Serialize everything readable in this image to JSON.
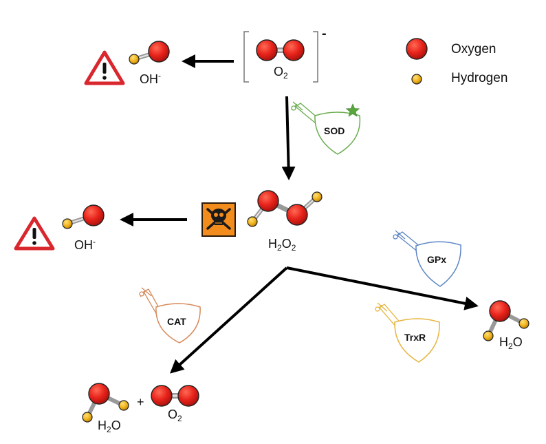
{
  "legend": {
    "oxygen": "Oxygen",
    "hydrogen": "Hydrogen"
  },
  "species": {
    "superoxide": {
      "base": "O",
      "sub": "2",
      "charge": "-"
    },
    "hydroxyl_top": {
      "base": "OH",
      "sup": "-"
    },
    "hydroxyl_mid": {
      "base": "OH",
      "sup": "-"
    },
    "peroxide": {
      "h": "H",
      "sub1": "2",
      "o": "O",
      "sub2": "2"
    },
    "water_right": {
      "h": "H",
      "sub": "2",
      "o": "O"
    },
    "water_bottom": {
      "h": "H",
      "sub": "2",
      "o": "O"
    },
    "oxygen_bottom": {
      "base": "O",
      "sub": "2"
    },
    "plus": "+"
  },
  "enzymes": {
    "sod": "SOD",
    "gpx": "GPx",
    "cat": "CAT",
    "trxr": "TrxR"
  },
  "icons": [
    "warning-icon",
    "toxic-skull-icon",
    "sword-icon",
    "shield-icon",
    "star-icon"
  ],
  "colors": {
    "oxygen": "#e8231b",
    "hydrogen": "#f0b21a",
    "sod": "#6aac4f",
    "gpx": "#5b86c4",
    "cat": "#d6895a",
    "trxr": "#e7b43c",
    "warning": "#d9272e",
    "toxic": "#f28c1c"
  }
}
